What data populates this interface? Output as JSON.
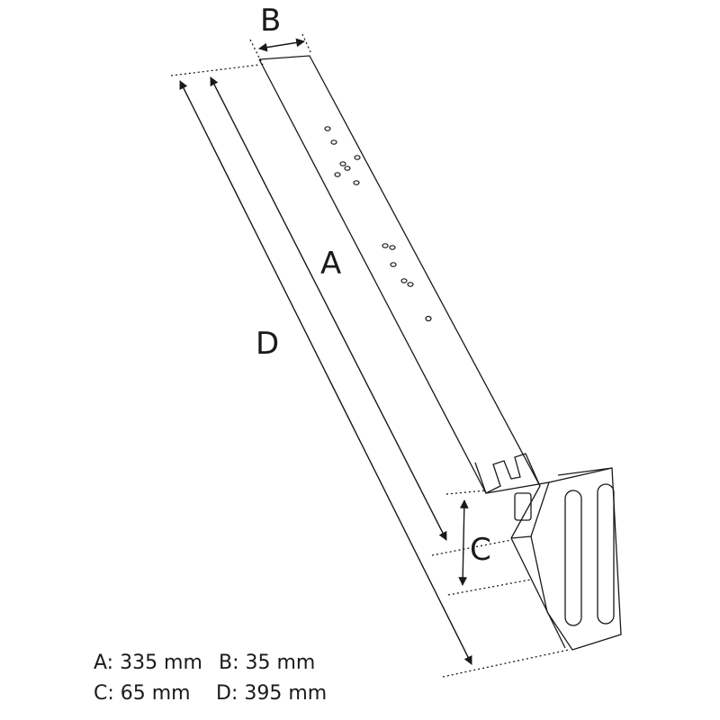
{
  "labels": {
    "a": "A",
    "b": "B",
    "c": "C",
    "d": "D"
  },
  "specs": {
    "a": "A: 335 mm",
    "b": "B: 35 mm",
    "c": "C: 65 mm",
    "d": "D: 395 mm"
  },
  "colors": {
    "line": "#1a1a1a",
    "background": "#ffffff"
  }
}
